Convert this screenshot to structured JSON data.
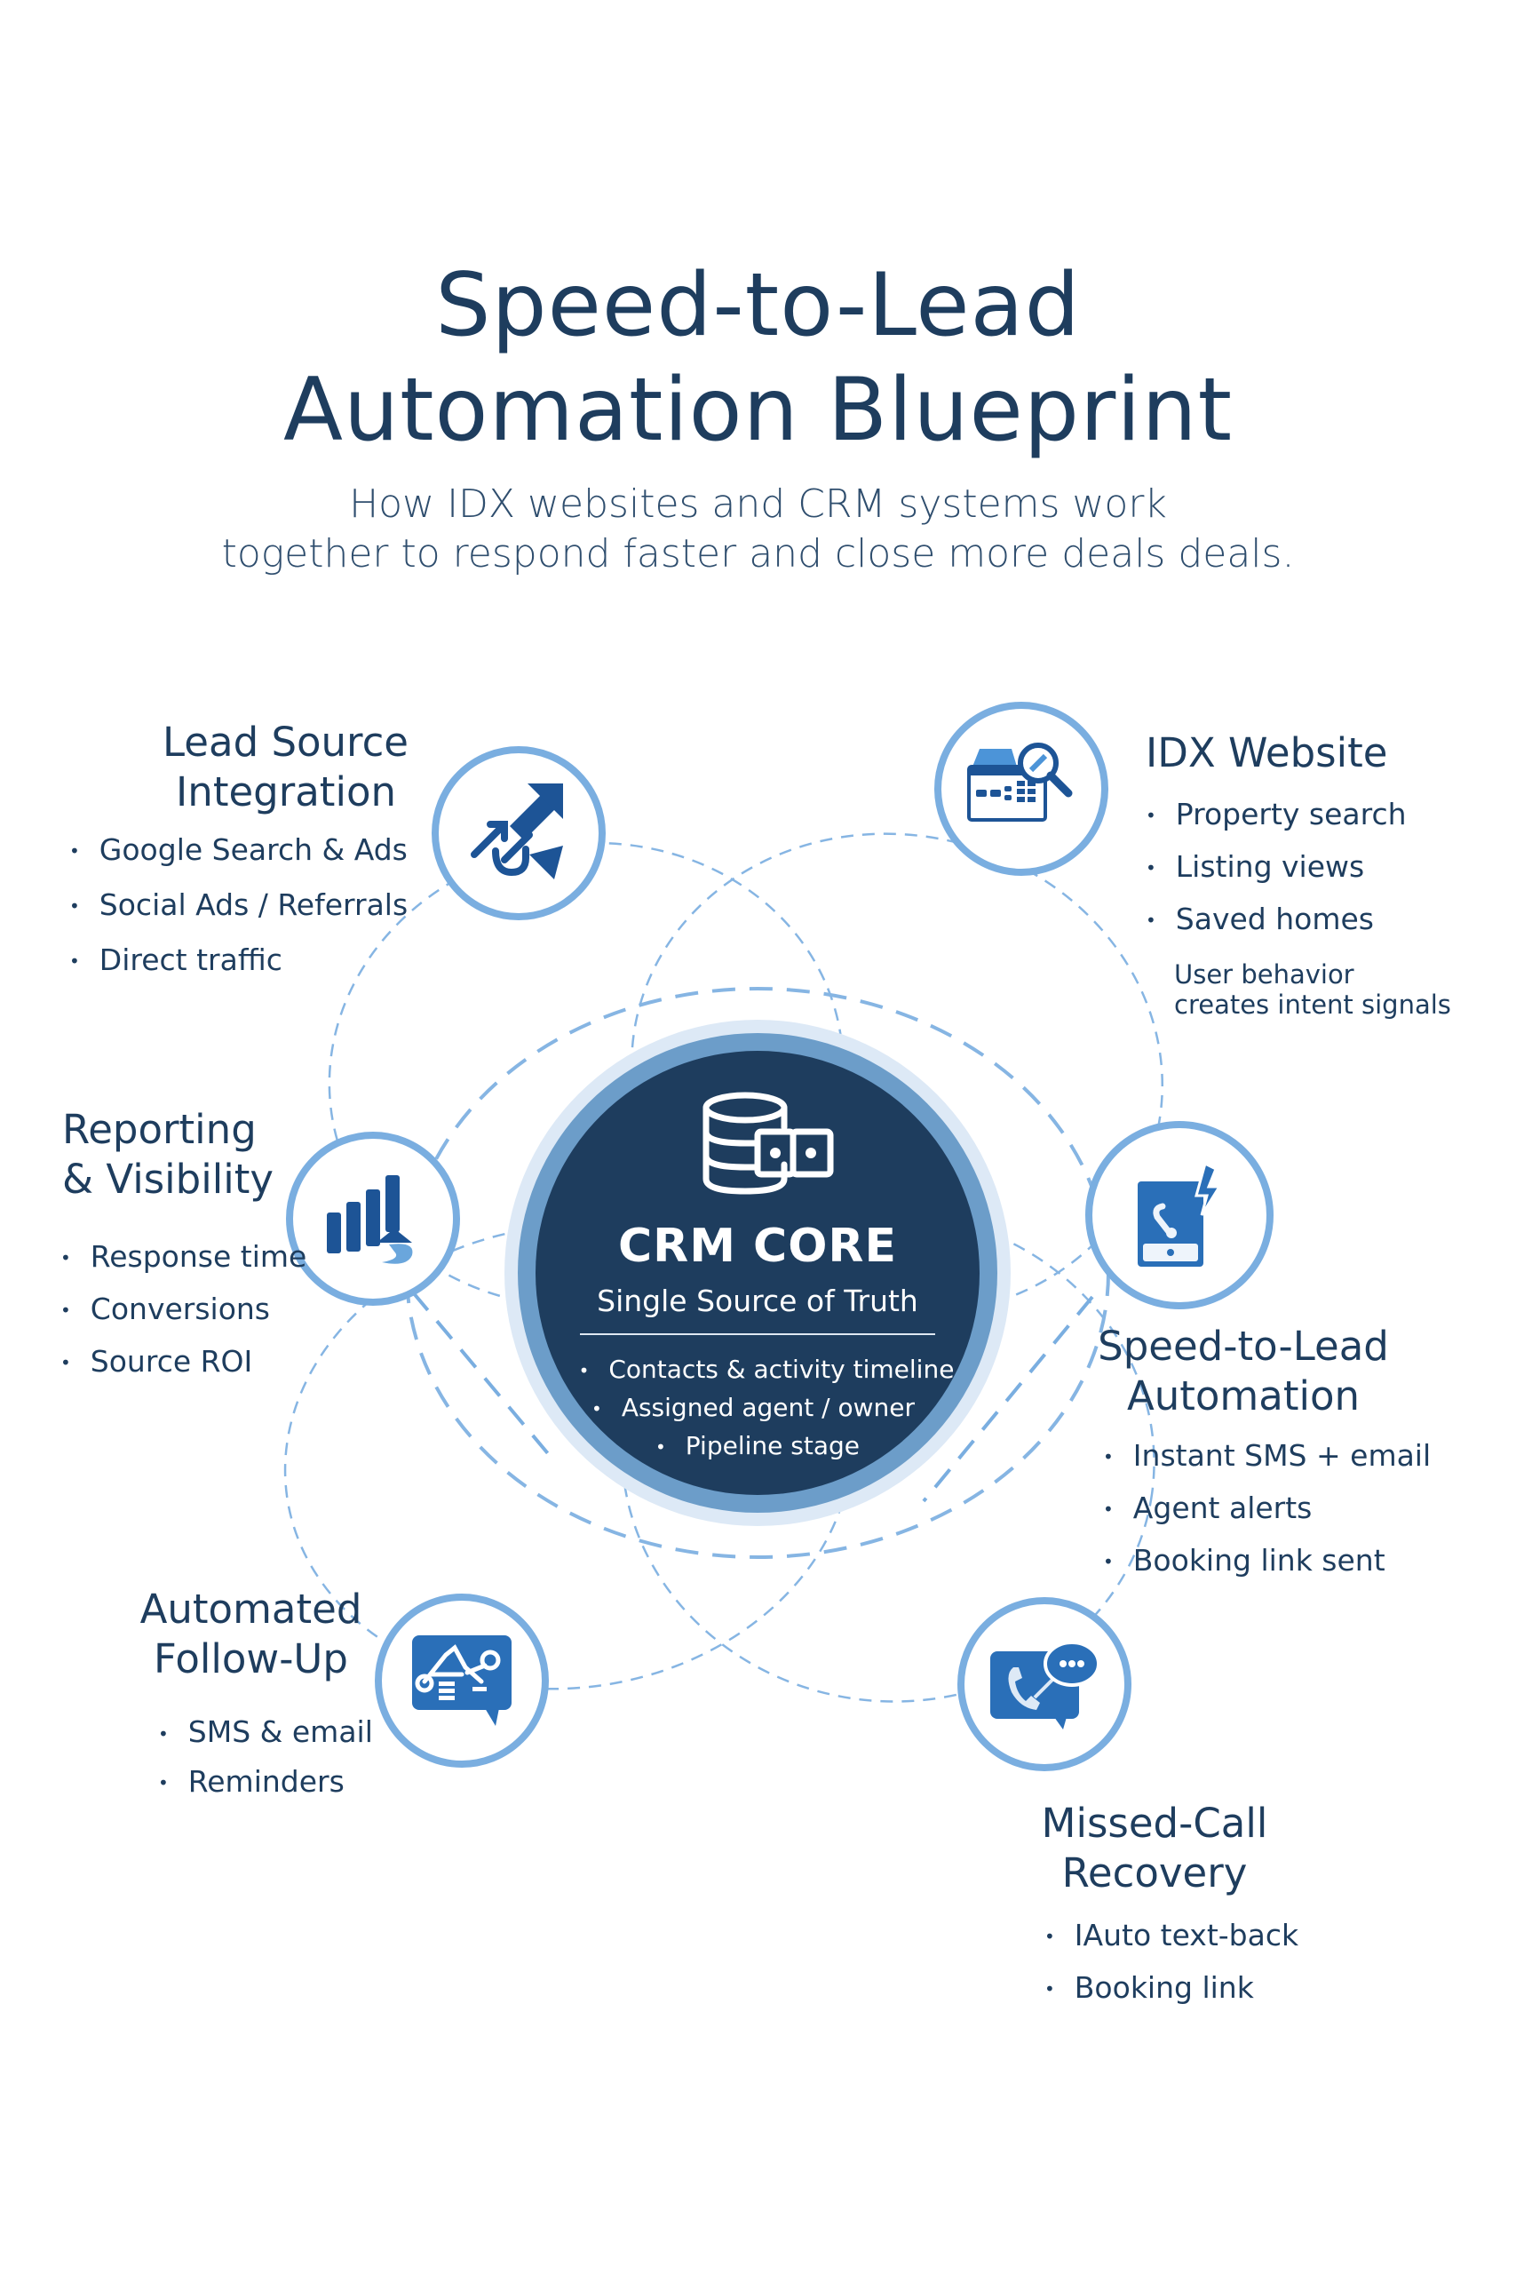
{
  "header": {
    "title_line1": "Speed-to-Lead",
    "title_line2": "Automation Blueprint",
    "subtitle_line1": "How IDX websites and CRM systems work",
    "subtitle_line2": "together to respond faster and close more deals deals."
  },
  "colors": {
    "navy": "#1e3d5e",
    "accent_blue": "#2a6fb8",
    "ring_blue": "#7aaee0",
    "core_ring": "#6c9dc9",
    "core_halo": "#dde9f6"
  },
  "core": {
    "icon": "database-link-icon",
    "title": "CRM CORE",
    "subtitle": "Single Source of Truth",
    "items": [
      "Contacts & activity timeline",
      "Assigned agent / owner",
      "Pipeline stage"
    ]
  },
  "nodes": {
    "lead_source": {
      "icon": "trending-arrows-icon",
      "title_line1": "Lead Source",
      "title_line2": "Integration",
      "items": [
        "Google Search & Ads",
        "Social Ads / Referrals",
        "Direct traffic"
      ]
    },
    "idx_website": {
      "icon": "house-search-icon",
      "title": "IDX Website",
      "items": [
        "Property search",
        "Listing views",
        "Saved homes"
      ],
      "note_line1": "User behavior",
      "note_line2": "creates intent signals"
    },
    "reporting": {
      "icon": "bar-chart-icon",
      "title_line1": "Reporting",
      "title_line2": "& Visibility",
      "items": [
        "Response time",
        "Conversions",
        "Source ROI"
      ]
    },
    "speed_to_lead": {
      "icon": "phone-lightning-icon",
      "title_line1": "Speed-to-Lead",
      "title_line2": "Automation",
      "items": [
        "Instant SMS + email",
        "Agent alerts",
        "Booking link sent"
      ]
    },
    "follow_up": {
      "icon": "workflow-chat-icon",
      "title_line1": "Automated",
      "title_line2": "Follow-Up",
      "items": [
        "SMS & email",
        "Reminders"
      ]
    },
    "missed_call": {
      "icon": "phone-chat-icon",
      "title_line1": "Missed-Call",
      "title_line2": "Recovery",
      "items": [
        "IAuto text-back",
        "Booking link"
      ]
    }
  }
}
